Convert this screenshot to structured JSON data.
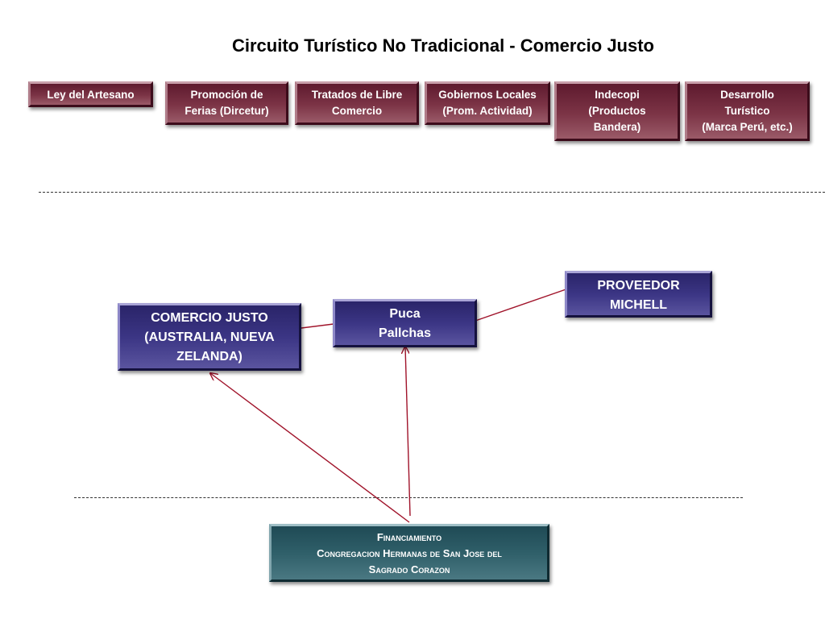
{
  "title": "Circuito Turístico No Tradicional  - Comercio Justo",
  "top_boxes": [
    {
      "lines": [
        "Ley del Artesano"
      ]
    },
    {
      "lines": [
        "Promoción de",
        "Ferias (Dircetur)"
      ]
    },
    {
      "lines": [
        "Tratados de Libre",
        "Comercio"
      ]
    },
    {
      "lines": [
        "Gobiernos Locales",
        "(Prom. Actividad)"
      ]
    },
    {
      "lines": [
        "Indecopi",
        "(Productos",
        "Bandera)"
      ]
    },
    {
      "lines": [
        "Desarrollo",
        "Turístico",
        "(Marca Perú, etc.)"
      ]
    }
  ],
  "nodes": {
    "comercio_justo": {
      "lines": [
        "COMERCIO JUSTO",
        "(AUSTRALIA, NUEVA",
        "ZELANDA)"
      ]
    },
    "puca_pallchas": {
      "lines": [
        "Puca",
        "Pallchas"
      ]
    },
    "proveedor": {
      "lines": [
        "PROVEEDOR",
        "MICHELL"
      ]
    },
    "financiamiento": {
      "lines": [
        "Financiamiento",
        "Congregacion Hermanas de San Jose del",
        "Sagrado Corazon"
      ]
    }
  },
  "colors": {
    "maroon_box": "#7c3446",
    "navy_box": "#3b3584",
    "teal_box": "#2f5f69",
    "arrow": "#a0132a",
    "dash": "#333333"
  }
}
